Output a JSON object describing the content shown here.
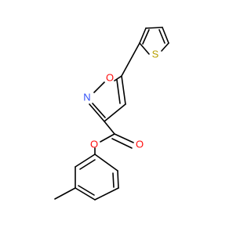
{
  "molecule": {
    "atoms": [
      {
        "id": "S1",
        "symbol": "S",
        "color": "#b8a000"
      },
      {
        "id": "O_ring",
        "symbol": "O",
        "color": "#ff0d0d"
      },
      {
        "id": "N_ring",
        "symbol": "N",
        "color": "#3050f8"
      },
      {
        "id": "O_ester",
        "symbol": "O",
        "color": "#ff0d0d"
      },
      {
        "id": "O_carbonyl",
        "symbol": "O",
        "color": "#ff0d0d"
      }
    ]
  }
}
